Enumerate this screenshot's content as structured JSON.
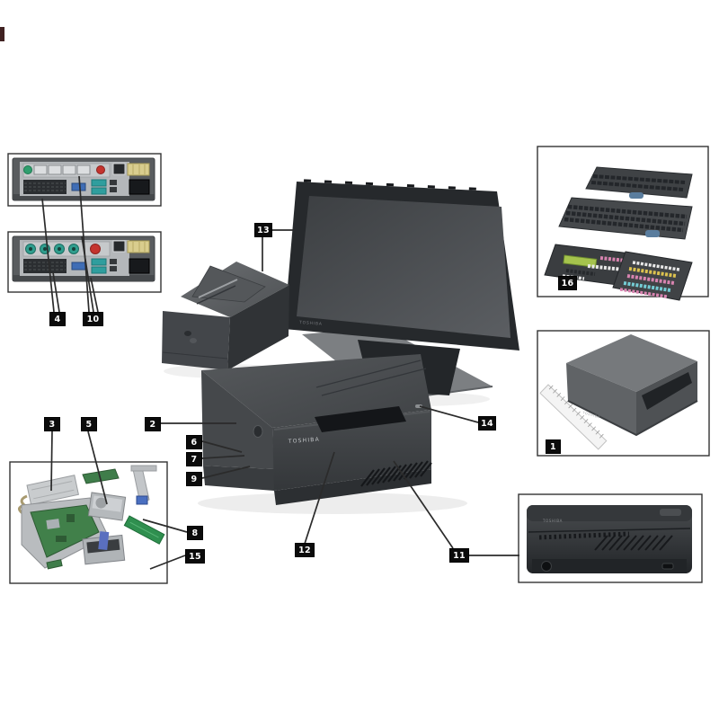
{
  "diagram": {
    "kind": "hardware-parts-callout-diagram"
  },
  "brand": {
    "name": "TOSHIBA"
  },
  "callouts": {
    "c1": {
      "label": "1"
    },
    "c2": {
      "label": "2"
    },
    "c3": {
      "label": "3"
    },
    "c4": {
      "label": "4"
    },
    "c5": {
      "label": "5"
    },
    "c6": {
      "label": "6"
    },
    "c7": {
      "label": "7"
    },
    "c8": {
      "label": "8"
    },
    "c9": {
      "label": "9"
    },
    "c10": {
      "label": "10"
    },
    "c11": {
      "label": "11"
    },
    "c12": {
      "label": "12"
    },
    "c13": {
      "label": "13"
    },
    "c14": {
      "label": "14"
    },
    "c15": {
      "label": "15"
    },
    "c16": {
      "label": "16"
    }
  },
  "colors": {
    "background": "#ffffff",
    "badge_bg": "#0b0b0b",
    "badge_text": "#ffffff",
    "leader_line": "#2b2b2b",
    "device_dark": "#35383b",
    "device_mid": "#4a4d50",
    "port_teal": "#2f9e8e",
    "port_green": "#2f9e6e",
    "port_red": "#c4342e",
    "port_blue": "#3f6db5",
    "port_yellow": "#d9cd8e",
    "pcb_green": "#3f7d4a",
    "lcd_green": "#a5c34d",
    "key_yellow": "#dcc24f",
    "key_pink": "#d884b0",
    "key_cyan": "#74ccd4"
  }
}
